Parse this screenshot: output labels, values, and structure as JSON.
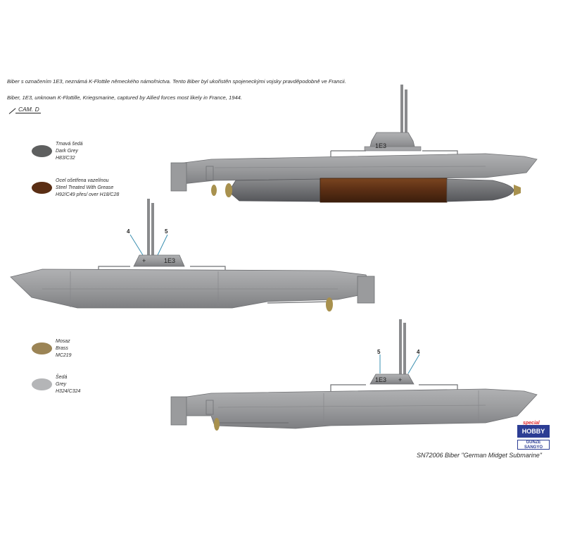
{
  "captions": {
    "czech": "Biber s označením 1E3, neznámá K-Flottile německého námořnictva. Tento Biber byl ukořistěn spojeneckými vojsky pravděpodobně ve Francii.",
    "english": "Biber, 1E3, unknown K-Flottille, Kriegsmarine, captured by Allied forces most likely in France, 1944."
  },
  "camouflage_label": "CAM. D",
  "legend": [
    {
      "color": "#5e5f5f",
      "lines": [
        "Tmavá šedá",
        "Dark Grey",
        "H83/C32"
      ]
    },
    {
      "color": "#5a2e14",
      "lines": [
        "Ocel ošetřena vazelínou",
        "Steel Treated With Grease",
        "H92/C49 přes/ over H18/C28"
      ]
    },
    {
      "color": "#9b8455",
      "lines": [
        "Mosaz",
        "Brass",
        "MC219"
      ]
    },
    {
      "color": "#b4b5b7",
      "lines": [
        "Šedá",
        "Grey",
        "H324/C324"
      ]
    }
  ],
  "hull_marking": "1E3",
  "callouts": {
    "a": "4",
    "b": "5"
  },
  "footer": "SN72006 Biber \"German Midget Submarine\"",
  "logos": {
    "special_hobby": "HOBBY",
    "special_word": "special",
    "gunze_1": "GUNZE",
    "gunze_2": "SANGYO"
  },
  "colors": {
    "hull": "#9a9b9d",
    "hull_dark": "#6f7073",
    "grease": "#5a2e14",
    "brass": "#a8914e"
  }
}
